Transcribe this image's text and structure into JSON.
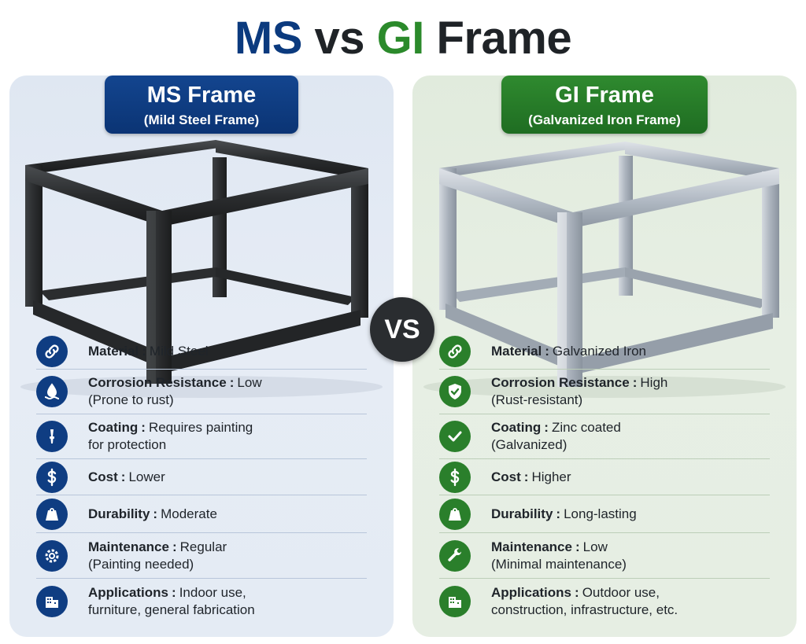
{
  "title": {
    "ms": "MS",
    "vs": "vs",
    "gi": "GI",
    "frame": "Frame"
  },
  "vs_badge": "VS",
  "colors": {
    "ms_blue": "#0b3a7e",
    "gi_green": "#2b8a2b",
    "dark": "#2a2d30"
  },
  "ms": {
    "heading": "MS Frame",
    "subheading": "(Mild Steel Frame)",
    "items": [
      {
        "icon": "chain-link-icon",
        "label": "Material",
        "line1": "Mild Steel",
        "line2": ""
      },
      {
        "icon": "water-drop-icon",
        "label": "Corrosion Resistance",
        "line1": "Low",
        "line2": "(Prone to rust)"
      },
      {
        "icon": "paint-brush-icon",
        "label": "Coating",
        "line1": "Requires painting",
        "line2": "for protection"
      },
      {
        "icon": "dollar-icon",
        "label": "Cost",
        "line1": "Lower",
        "line2": ""
      },
      {
        "icon": "weight-icon",
        "label": "Durability",
        "line1": "Moderate",
        "line2": ""
      },
      {
        "icon": "gear-icon",
        "label": "Maintenance",
        "line1": "Regular",
        "line2": "(Painting needed)"
      },
      {
        "icon": "building-icon",
        "label": "Applications",
        "line1": "Indoor use,",
        "line2": "furniture, general fabrication"
      }
    ]
  },
  "gi": {
    "heading": "GI Frame",
    "subheading": "(Galvanized Iron Frame)",
    "items": [
      {
        "icon": "chain-link-icon",
        "label": "Material",
        "line1": "Galvanized Iron",
        "line2": ""
      },
      {
        "icon": "shield-check-icon",
        "label": "Corrosion Resistance",
        "line1": "High",
        "line2": "(Rust-resistant)"
      },
      {
        "icon": "checkmark-icon",
        "label": "Coating",
        "line1": "Zinc coated",
        "line2": "(Galvanized)"
      },
      {
        "icon": "dollar-icon",
        "label": "Cost",
        "line1": "Higher",
        "line2": ""
      },
      {
        "icon": "weight-icon",
        "label": "Durability",
        "line1": "Long-lasting",
        "line2": ""
      },
      {
        "icon": "wrench-icon",
        "label": "Maintenance",
        "line1": "Low",
        "line2": "(Minimal maintenance)"
      },
      {
        "icon": "building-icon",
        "label": "Applications",
        "line1": "Outdoor use,",
        "line2": "construction, infrastructure, etc."
      }
    ]
  }
}
